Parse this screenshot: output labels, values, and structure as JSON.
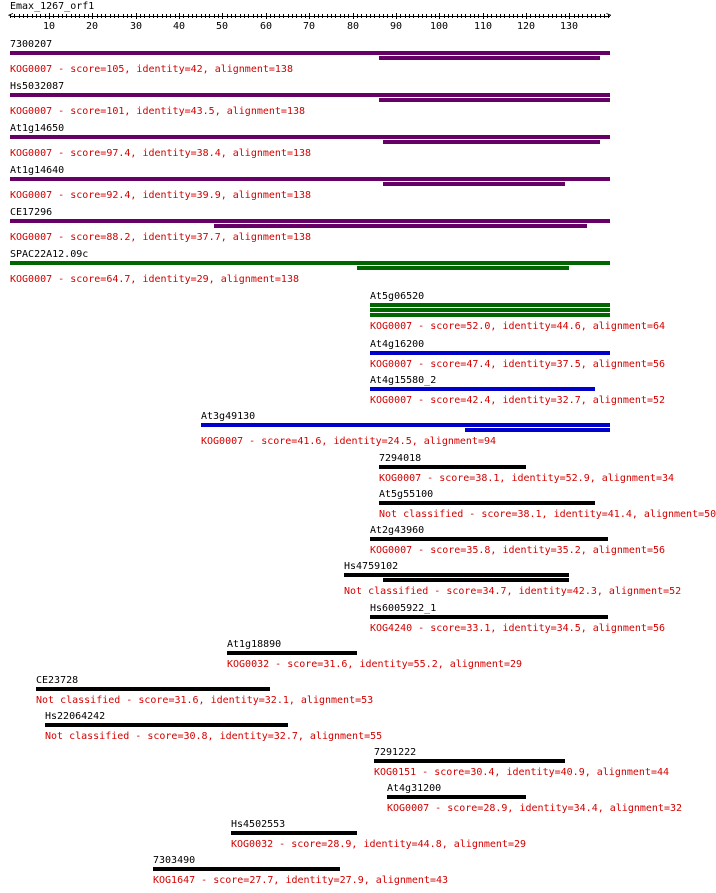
{
  "query": {
    "name": "Emax_1267_orf1",
    "tick_labels": [
      "10",
      "20",
      "30",
      "40",
      "50",
      "60",
      "70",
      "80",
      "90",
      "100",
      "110",
      "120",
      "130"
    ]
  },
  "colors": {
    "purple": "#660066",
    "green": "#006600",
    "blue": "#0000cc",
    "black": "#000000",
    "name_text": "#000000",
    "desc_text": "#d40000"
  },
  "hits": [
    {
      "name": "7300207",
      "desc": "KOG0007 - score=105, identity=42, alignment=138",
      "color": "purple",
      "bars": [
        [
          1,
          139
        ],
        [
          86,
          136
        ]
      ]
    },
    {
      "name": "Hs5032087",
      "desc": "KOG0007 - score=101, identity=43.5, alignment=138",
      "color": "purple",
      "bars": [
        [
          1,
          139
        ],
        [
          86,
          139
        ]
      ]
    },
    {
      "name": "At1g14650",
      "desc": "KOG0007 - score=97.4, identity=38.4, alignment=138",
      "color": "purple",
      "bars": [
        [
          1,
          139
        ],
        [
          87,
          136
        ]
      ]
    },
    {
      "name": "At1g14640",
      "desc": "KOG0007 - score=92.4, identity=39.9, alignment=138",
      "color": "purple",
      "bars": [
        [
          1,
          139
        ],
        [
          87,
          128
        ]
      ]
    },
    {
      "name": "CE17296",
      "desc": "KOG0007 - score=88.2, identity=37.7, alignment=138",
      "color": "purple",
      "bars": [
        [
          1,
          139
        ],
        [
          48,
          133
        ]
      ]
    },
    {
      "name": "SPAC22A12.09c",
      "desc": "KOG0007 - score=64.7, identity=29, alignment=138",
      "color": "green",
      "bars": [
        [
          1,
          139
        ],
        [
          81,
          129
        ]
      ]
    },
    {
      "name": "At5g06520",
      "desc": "KOG0007 - score=52.0, identity=44.6, alignment=64",
      "color": "green",
      "bars": [
        [
          84,
          139
        ],
        [
          84,
          139
        ],
        [
          84,
          139
        ]
      ]
    },
    {
      "name": "At4g16200",
      "desc": "KOG0007 - score=47.4, identity=37.5, alignment=56",
      "color": "blue",
      "bars": [
        [
          84,
          139
        ]
      ]
    },
    {
      "name": "At4g15580_2",
      "desc": "KOG0007 - score=42.4, identity=32.7, alignment=52",
      "color": "blue",
      "bars": [
        [
          84,
          135
        ]
      ]
    },
    {
      "name": "At3g49130",
      "desc": "KOG0007 - score=41.6, identity=24.5, alignment=94",
      "color": "blue",
      "bars": [
        [
          45,
          139
        ],
        [
          106,
          139
        ]
      ]
    },
    {
      "name": "7294018",
      "desc": "KOG0007 - score=38.1, identity=52.9, alignment=34",
      "color": "black",
      "bars": [
        [
          86,
          119
        ]
      ]
    },
    {
      "name": "At5g55100",
      "desc": "Not classified - score=38.1, identity=41.4, alignment=50",
      "color": "black",
      "bars": [
        [
          86,
          135
        ]
      ]
    },
    {
      "name": "At2g43960",
      "desc": "KOG0007 - score=35.8, identity=35.2, alignment=56",
      "color": "black",
      "bars": [
        [
          84,
          138
        ]
      ]
    },
    {
      "name": "Hs4759102",
      "desc": "Not classified - score=34.7, identity=42.3, alignment=52",
      "color": "black",
      "bars": [
        [
          78,
          129
        ],
        [
          87,
          129
        ]
      ]
    },
    {
      "name": "Hs6005922_1",
      "desc": "KOG4240 - score=33.1, identity=34.5, alignment=56",
      "color": "black",
      "bars": [
        [
          84,
          138
        ]
      ]
    },
    {
      "name": "At1g18890",
      "desc": "KOG0032 - score=31.6, identity=55.2, alignment=29",
      "color": "black",
      "bars": [
        [
          51,
          80
        ]
      ]
    },
    {
      "name": "CE23728",
      "desc": "Not classified - score=31.6, identity=32.1, alignment=53",
      "color": "black",
      "bars": [
        [
          7,
          60
        ]
      ]
    },
    {
      "name": "Hs22064242",
      "desc": "Not classified - score=30.8, identity=32.7, alignment=55",
      "color": "black",
      "bars": [
        [
          9,
          64
        ]
      ]
    },
    {
      "name": "7291222",
      "desc": "KOG0151 - score=30.4, identity=40.9, alignment=44",
      "color": "black",
      "bars": [
        [
          85,
          128
        ]
      ]
    },
    {
      "name": "At4g31200",
      "desc": "KOG0007 - score=28.9, identity=34.4, alignment=32",
      "color": "black",
      "bars": [
        [
          88,
          119
        ]
      ]
    },
    {
      "name": "Hs4502553",
      "desc": "KOG0032 - score=28.9, identity=44.8, alignment=29",
      "color": "black",
      "bars": [
        [
          52,
          80
        ]
      ]
    },
    {
      "name": "7303490",
      "desc": "KOG1647 - score=27.7, identity=27.9, alignment=43",
      "color": "black",
      "bars": [
        [
          34,
          76
        ]
      ]
    }
  ]
}
